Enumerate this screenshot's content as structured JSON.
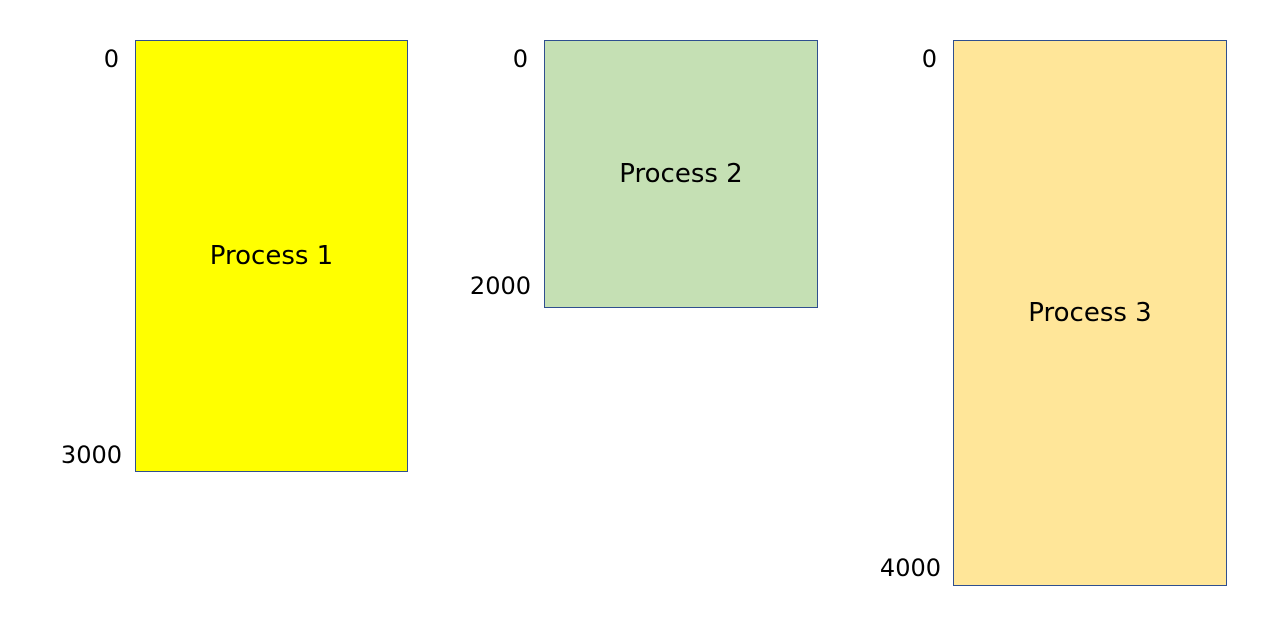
{
  "processes": [
    {
      "label": "Process 1",
      "start": "0",
      "end": "3000",
      "color": "#ffff00"
    },
    {
      "label": "Process 2",
      "start": "0",
      "end": "2000",
      "color": "#c5e0b4"
    },
    {
      "label": "Process 3",
      "start": "0",
      "end": "4000",
      "color": "#ffe699"
    }
  ]
}
